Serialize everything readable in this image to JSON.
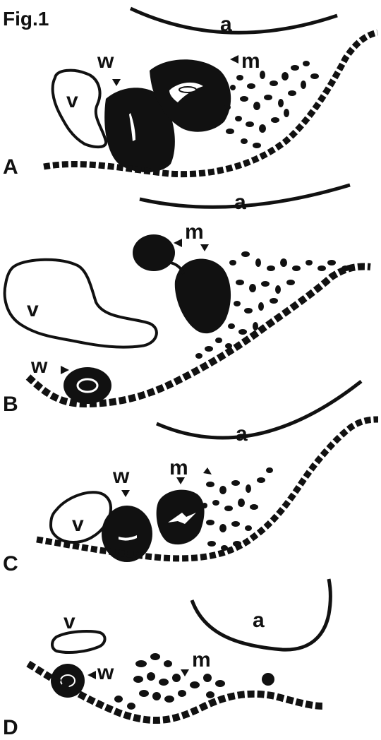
{
  "figure": {
    "title": "Fig.1",
    "panels": [
      {
        "id": "A",
        "labels": {
          "a": "a",
          "w": "w",
          "m": "m",
          "v": "v"
        }
      },
      {
        "id": "B",
        "labels": {
          "a": "a",
          "w": "w",
          "m": "m",
          "v": "v"
        }
      },
      {
        "id": "C",
        "labels": {
          "a": "a",
          "w": "w",
          "m": "m",
          "v": "v"
        }
      },
      {
        "id": "D",
        "labels": {
          "a": "a",
          "w": "w",
          "m": "m",
          "v": "v"
        }
      }
    ]
  }
}
